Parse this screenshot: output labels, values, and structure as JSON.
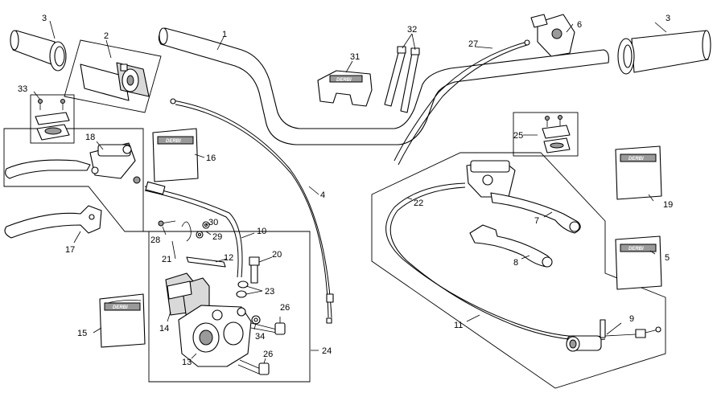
{
  "diagram": {
    "part_labels": [
      "1",
      "2",
      "3",
      "3",
      "4",
      "5",
      "6",
      "7",
      "8",
      "9",
      "10",
      "11",
      "12",
      "13",
      "14",
      "15",
      "16",
      "17",
      "18",
      "19",
      "20",
      "21",
      "22",
      "23",
      "24",
      "25",
      "26",
      "26",
      "27",
      "28",
      "29",
      "30",
      "31",
      "32",
      "33",
      "34"
    ],
    "brand_text": "DERBI",
    "icons": {
      "bag": "parts-bag-icon",
      "screw": "screw-icon"
    }
  }
}
